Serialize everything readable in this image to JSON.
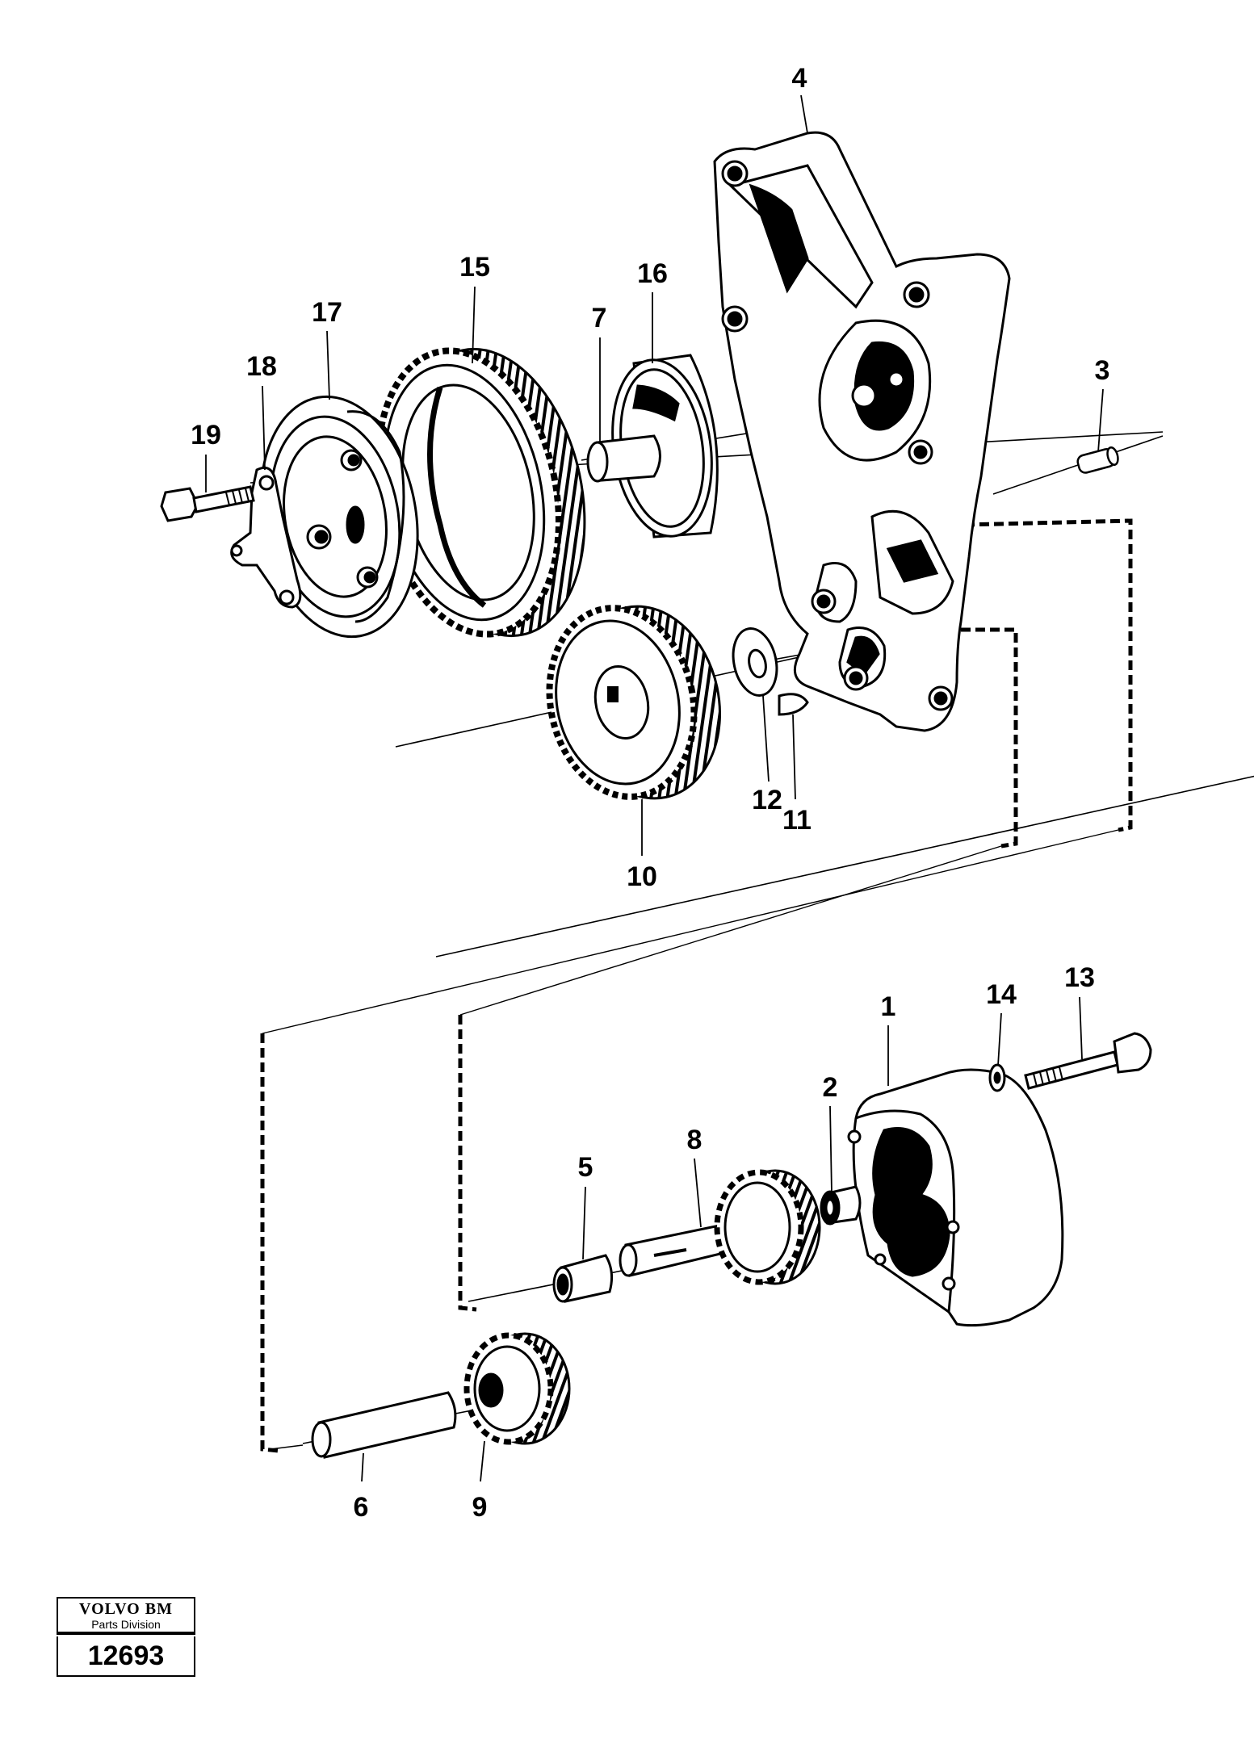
{
  "callouts": {
    "p1": "1",
    "p2": "2",
    "p3": "3",
    "p4": "4",
    "p5": "5",
    "p6": "6",
    "p7": "7",
    "p8": "8",
    "p9": "9",
    "p10": "10",
    "p11": "11",
    "p12": "12",
    "p13": "13",
    "p14": "14",
    "p15": "15",
    "p16": "16",
    "p17": "17",
    "p18": "18",
    "p19": "19"
  },
  "stamp": {
    "brand": "VOLVO BM",
    "division": "Parts Division",
    "number": "12693"
  }
}
